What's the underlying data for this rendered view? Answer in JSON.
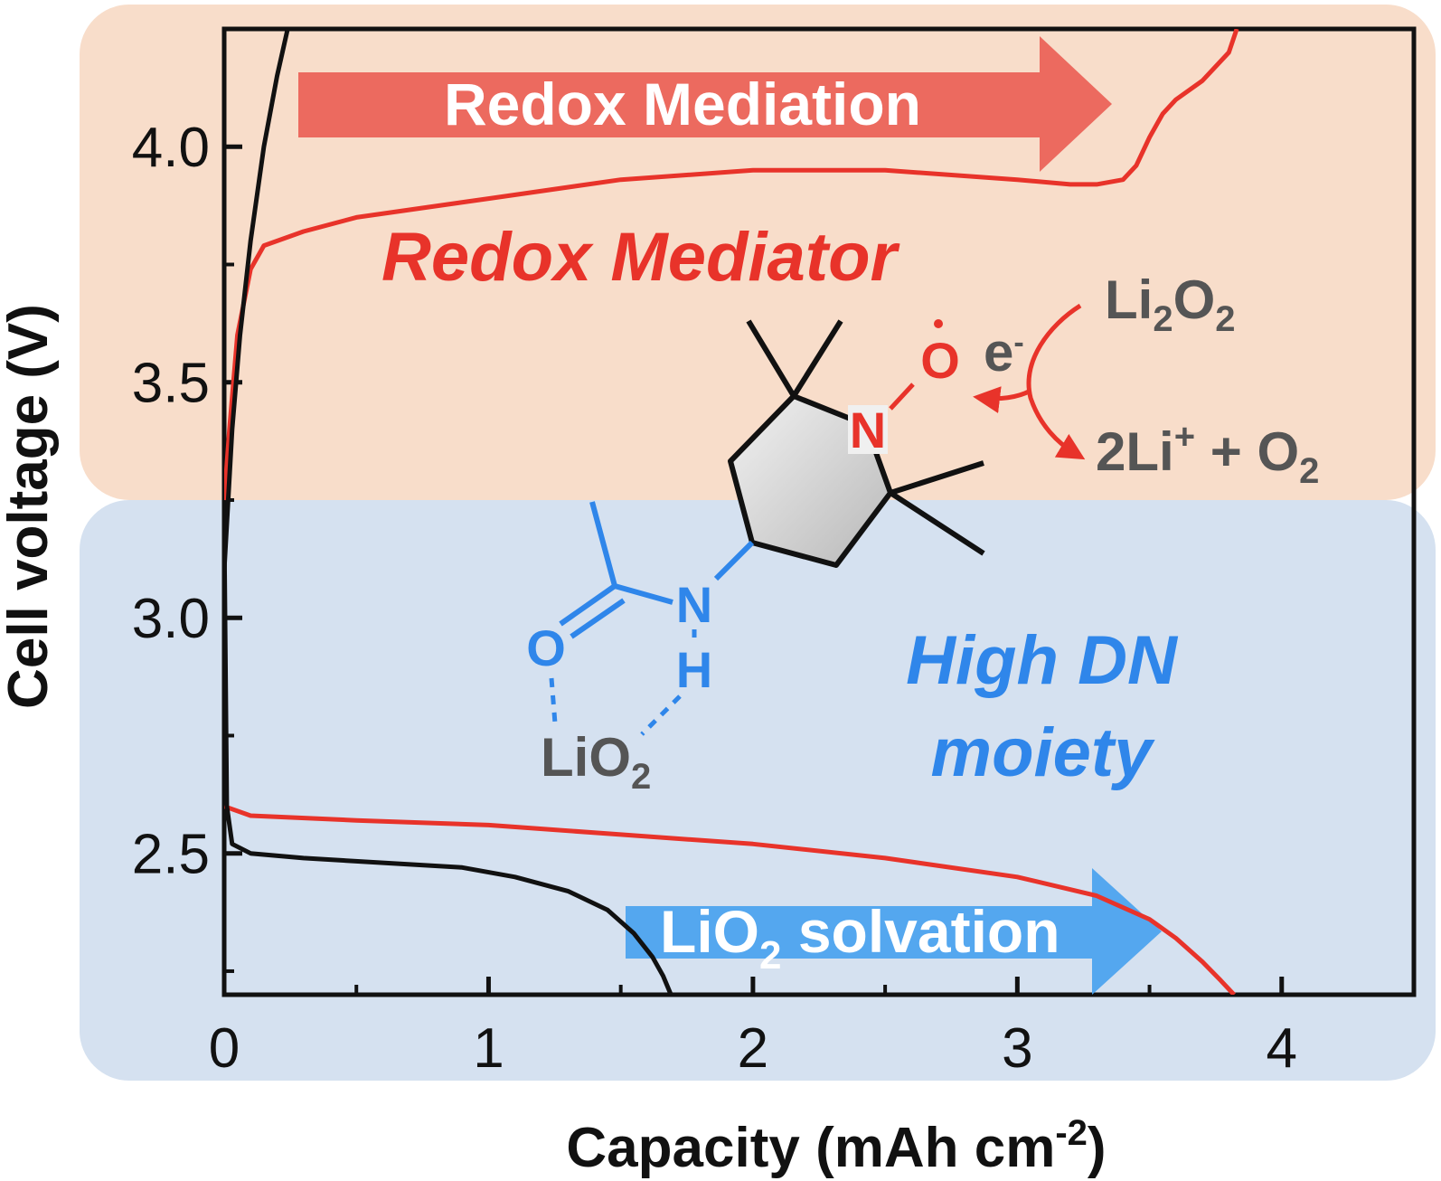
{
  "chart_data": {
    "type": "line",
    "xlabel": "Capacity (mAh cm",
    "xlabel_sup": "-2",
    "xlabel_end": ")",
    "ylabel": "Cell voltage (V)",
    "xlim": [
      0,
      4.5
    ],
    "ylim": [
      2.2,
      4.25
    ],
    "x_ticks": [
      0,
      1,
      2,
      3,
      4
    ],
    "y_ticks": [
      2.5,
      3.0,
      3.5,
      4.0
    ],
    "x_tick_labels": [
      "0",
      "1",
      "2",
      "3",
      "4"
    ],
    "y_tick_labels": [
      "2.5",
      "3.0",
      "3.5",
      "4.0"
    ],
    "grid": false,
    "series": [
      {
        "color": "#e8332a",
        "segment": "discharge",
        "points": [
          [
            0,
            2.6
          ],
          [
            0.1,
            2.58
          ],
          [
            0.5,
            2.57
          ],
          [
            1.0,
            2.56
          ],
          [
            1.5,
            2.54
          ],
          [
            2.0,
            2.52
          ],
          [
            2.5,
            2.49
          ],
          [
            3.0,
            2.45
          ],
          [
            3.3,
            2.41
          ],
          [
            3.5,
            2.36
          ],
          [
            3.6,
            2.32
          ],
          [
            3.7,
            2.27
          ],
          [
            3.77,
            2.23
          ],
          [
            3.82,
            2.2
          ]
        ]
      },
      {
        "color": "#e8332a",
        "segment": "charge",
        "points": [
          [
            0,
            3.25
          ],
          [
            0.02,
            3.4
          ],
          [
            0.05,
            3.6
          ],
          [
            0.1,
            3.74
          ],
          [
            0.15,
            3.79
          ],
          [
            0.3,
            3.82
          ],
          [
            0.5,
            3.85
          ],
          [
            1.0,
            3.89
          ],
          [
            1.5,
            3.93
          ],
          [
            2.0,
            3.95
          ],
          [
            2.5,
            3.95
          ],
          [
            3.0,
            3.93
          ],
          [
            3.2,
            3.92
          ],
          [
            3.3,
            3.92
          ],
          [
            3.4,
            3.93
          ],
          [
            3.45,
            3.96
          ],
          [
            3.5,
            4.02
          ],
          [
            3.55,
            4.07
          ],
          [
            3.6,
            4.1
          ],
          [
            3.7,
            4.14
          ],
          [
            3.8,
            4.2
          ],
          [
            3.83,
            4.25
          ]
        ]
      },
      {
        "color": "#111111",
        "segment": "discharge",
        "points": [
          [
            0,
            3.2
          ],
          [
            0.01,
            2.6
          ],
          [
            0.03,
            2.52
          ],
          [
            0.1,
            2.5
          ],
          [
            0.3,
            2.49
          ],
          [
            0.6,
            2.48
          ],
          [
            0.9,
            2.47
          ],
          [
            1.1,
            2.45
          ],
          [
            1.3,
            2.42
          ],
          [
            1.45,
            2.38
          ],
          [
            1.55,
            2.33
          ],
          [
            1.62,
            2.28
          ],
          [
            1.66,
            2.24
          ],
          [
            1.69,
            2.2
          ]
        ]
      },
      {
        "color": "#111111",
        "segment": "charge",
        "points": [
          [
            0,
            3.1
          ],
          [
            0.03,
            3.4
          ],
          [
            0.06,
            3.6
          ],
          [
            0.1,
            3.8
          ],
          [
            0.15,
            4.0
          ],
          [
            0.2,
            4.15
          ],
          [
            0.24,
            4.25
          ]
        ]
      }
    ],
    "regions": [
      {
        "name": "redox",
        "color": "#f8ddca",
        "y_range": [
          3.25,
          4.25
        ]
      },
      {
        "name": "solvation",
        "color": "#d5e1f0",
        "y_range": [
          2.2,
          3.25
        ]
      }
    ],
    "annotations": {
      "redox_arrow": {
        "label": "Redox Mediation",
        "color": "#ec6a5f"
      },
      "solvation_arrow": {
        "label": "LiO",
        "sub": "2",
        "label_end": " solvation",
        "color": "#4da3ee"
      },
      "mediator": {
        "label": "Redox Mediator",
        "color": "#e8332a"
      },
      "moiety": {
        "line1": "High DN",
        "line2": "moiety",
        "color": "#2f86ea"
      },
      "li2o2": {
        "a": "Li",
        "sub": "2",
        "b": "O",
        "sub2": "2"
      },
      "products": {
        "a": "2Li",
        "sup": "+",
        "b": " + O",
        "sub": "2"
      },
      "electron": {
        "a": "e",
        "sup": "-"
      },
      "lio2": {
        "a": "LiO",
        "sub": "2"
      },
      "atoms": {
        "n_ring": "N",
        "o_radical": "O",
        "n_amide": "N",
        "h_amide": "H",
        "o_carbonyl": "O"
      }
    }
  }
}
